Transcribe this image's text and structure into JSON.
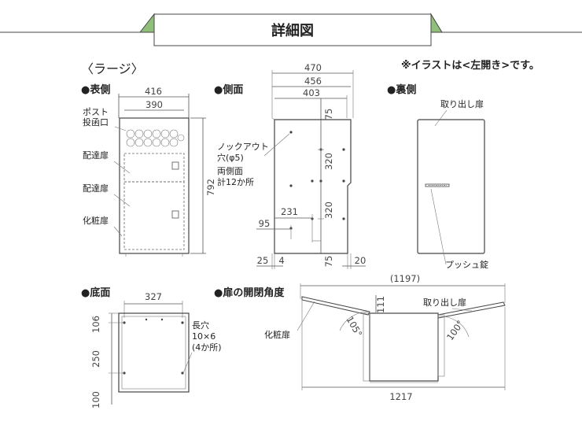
{
  "title": "詳細図",
  "subtitle": "〈ラージ〉",
  "note": "※イラストは<左開き>です。",
  "colors": {
    "banner_band": "#8fbf7a",
    "line": "#444444"
  },
  "front": {
    "heading": "●表側",
    "width_outer": "416",
    "width_inner": "390",
    "height": "792",
    "label_post": [
      "ポスト",
      "投函口"
    ],
    "label_delivery1": "配達扉",
    "label_delivery2": "配達扉",
    "label_cosmetic": "化粧扉"
  },
  "side": {
    "heading": "●側面",
    "d470": "470",
    "d456": "456",
    "d403": "403",
    "d75a": "75",
    "d320a": "320",
    "d320b": "320",
    "d75b": "75",
    "d231": "231",
    "d95": "95",
    "d25": "25",
    "d4": "4",
    "d20": "20",
    "knockout": [
      "ノックアウト",
      "穴(φ5)",
      "両側面",
      "計12か所"
    ]
  },
  "back": {
    "heading": "●裏側",
    "label_door": "取り出し扉",
    "label_lock": "プッシュ錠"
  },
  "bottom": {
    "heading": "●底面",
    "d327": "327",
    "d106": "106",
    "d250": "250",
    "d100": "100",
    "slot": [
      "長穴",
      "10×6",
      "(4か所)"
    ]
  },
  "angle": {
    "heading": "●扉の開閉角度",
    "d1197": "(1197)",
    "d111": "111",
    "d105": "105°",
    "d100": "100°",
    "d1217": "1217",
    "label_takeout": "取り出し扉",
    "label_cosmetic": "化粧扉"
  }
}
